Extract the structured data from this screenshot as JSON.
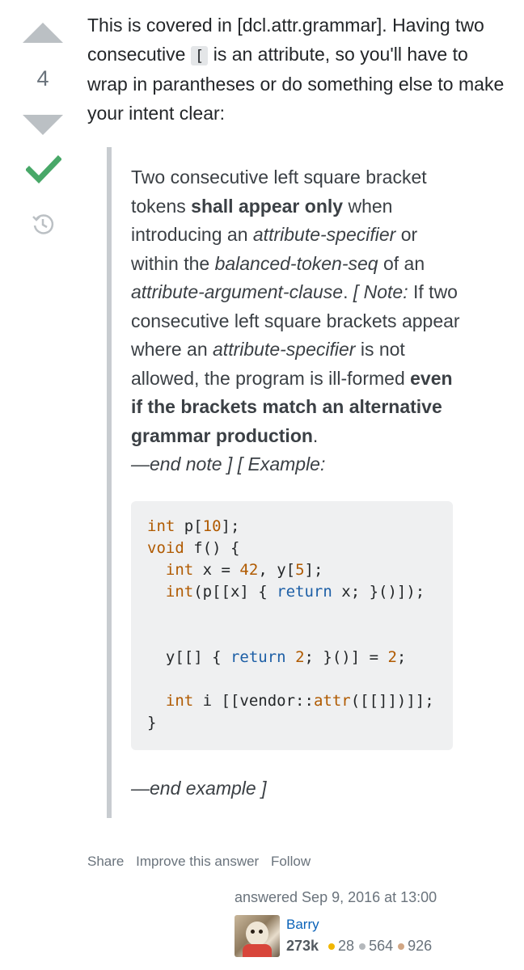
{
  "vote": {
    "count": "4"
  },
  "intro": {
    "part1": "This is covered in [dcl.attr.grammar]. Having two consecutive ",
    "code": "[",
    "part2": " is an attribute, so you'll have to wrap in parantheses or do something else to make your intent clear:"
  },
  "quote": {
    "t1": "Two consecutive left square bracket tokens ",
    "b1": "shall appear only",
    "t2": " when introducing an ",
    "i1": "attribute-specifier",
    "t3": " or within the ",
    "i2": "balanced-token-seq",
    "t4": " of an ",
    "i3": "attribute-argument-clause",
    "t5": ". ",
    "i4": "[ Note:",
    "t6": " If two consecutive left square brackets appear where an ",
    "i5": "attribute-specifier",
    "t7": " is not allowed, the program is ill-formed ",
    "b2": "even if the brackets match an alternative grammar production",
    "t8": ".",
    "i6": "—end note ] [ Example:",
    "end_example": "—end example ]"
  },
  "code": {
    "l1": {
      "kw": "int",
      "a": " p[",
      "n": "10",
      "b": "];"
    },
    "l2": {
      "kw": "void",
      "a": " f() {"
    },
    "l3": {
      "kw": "int",
      "a": " x = ",
      "n": "42",
      "b": ", y[",
      "n2": "5",
      "c": "];"
    },
    "l4": {
      "kw": "int",
      "a": "(p[[x] { ",
      "kw2": "return",
      "b": " x; }()]);"
    },
    "l5": {
      "a": "y[[] { ",
      "kw2": "return",
      "b": " ",
      "n": "2",
      "c": "; }()] = ",
      "n2": "2",
      "d": ";"
    },
    "l6": {
      "kw": "int",
      "a": " i [[vendor::",
      "kw3": "attr",
      "b": "([[]])]];"
    },
    "l7": {
      "a": "}"
    }
  },
  "menu": {
    "share": "Share",
    "improve": "Improve this answer",
    "follow": "Follow"
  },
  "user": {
    "answered": "answered Sep 9, 2016 at 13:00",
    "name": "Barry",
    "rep": "273k",
    "gold": "28",
    "silver": "564",
    "bronze": "926"
  }
}
